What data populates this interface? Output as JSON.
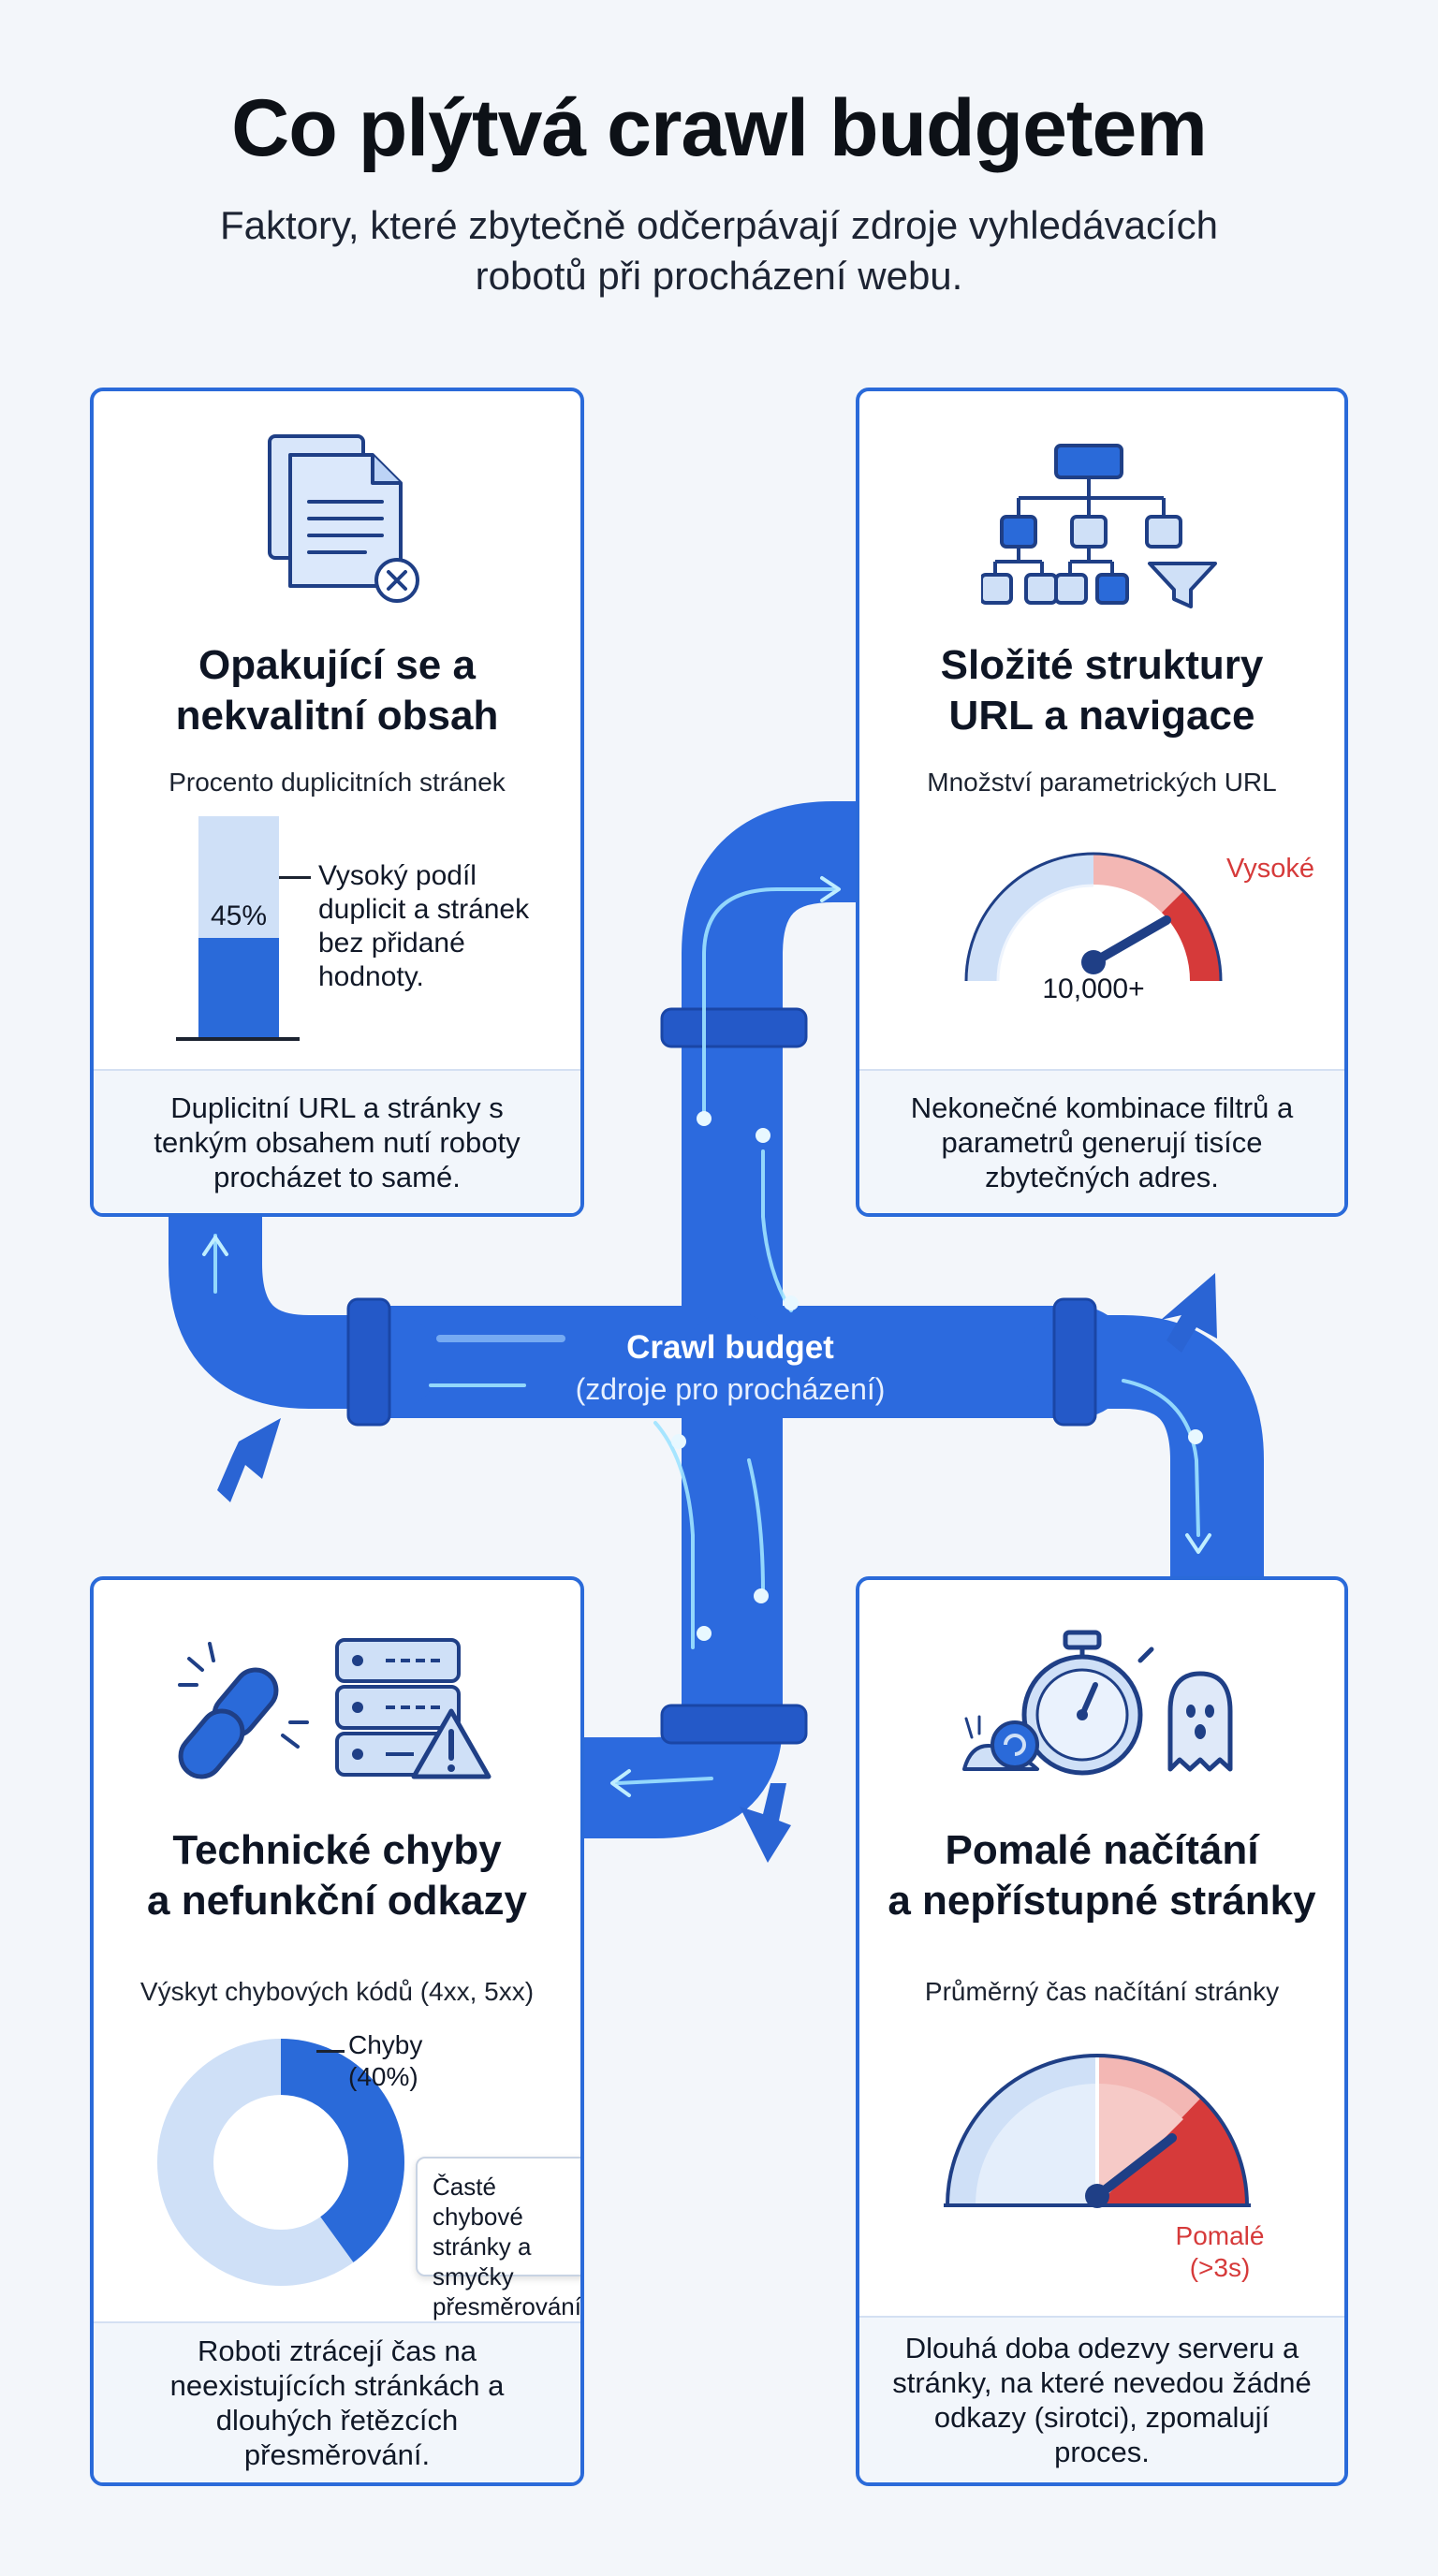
{
  "header": {
    "title": "Co plýtvá crawl budgetem",
    "subtitle": "Faktory, které zbytečně odčerpávají zdroje vyhledávacích robotů při procházení webu."
  },
  "center": {
    "label": "Crawl budget",
    "sublabel": "(zdroje pro procházení)"
  },
  "cards": {
    "duplicate": {
      "title_line1": "Opakující se a",
      "title_line2": "nekvalitní obsah",
      "metric_label": "Procento duplicitních stránek",
      "bar_percent": 45,
      "bar_text": "45%",
      "note": "Vysoký podíl duplicit a stránek bez přidané hodnoty.",
      "footer": "Duplicitní URL a stránky s tenkým obsahem nutí roboty procházet to samé.",
      "icon": "document-duplicate-icon"
    },
    "structure": {
      "title_line1": "Složité struktury",
      "title_line2": "URL a navigace",
      "metric_label": "Množství parametrických URL",
      "gauge_level": "high",
      "gauge_tag": "Vysoké",
      "gauge_value": "10,000+",
      "footer": "Nekonečné kombinace filtrů a parametrů generují tisíce zbytečných adres.",
      "icon": "sitemap-filter-icon"
    },
    "errors": {
      "title_line1": "Technické chyby",
      "title_line2": "a nefunkční odkazy",
      "metric_label": "Výskyt chybových kódů (4xx, 5xx)",
      "donut_percent": 40,
      "donut_label_line1": "Chyby",
      "donut_label_line2": "(40%)",
      "callout": "Časté chybové stránky a smyčky přesměrování.",
      "footer": "Roboti ztrácejí čas na neexistujících stránkách a dlouhých řetězcích přesměrování.",
      "icon": "broken-link-server-warning-icon"
    },
    "slow": {
      "title_line1": "Pomalé načítání",
      "title_line2": "a nepřístupné stránky",
      "metric_label": "Průměrný čas načítání stránky",
      "gauge_tag_line1": "Pomalé",
      "gauge_tag_line2": "(>3s)",
      "footer": "Dlouhá doba odezvy serveru a stránky, na které nevedou žádné odkazy (sirotci), zpomalují proces.",
      "icon": "stopwatch-snail-ghost-icon"
    }
  },
  "colors": {
    "blue": "#2a6ad9",
    "light_blue": "#cfe0f7",
    "red": "#d63a3a",
    "light_red": "#f3b7b4"
  }
}
